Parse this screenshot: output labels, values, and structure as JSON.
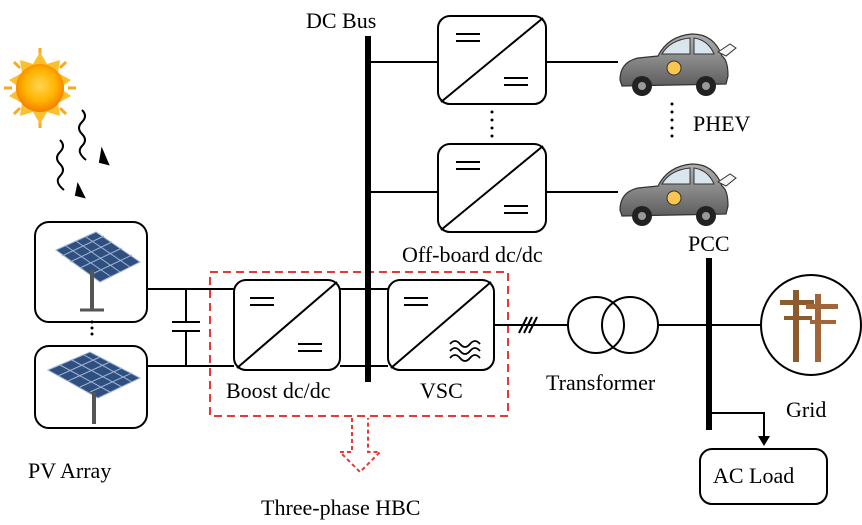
{
  "labels": {
    "dc_bus": "DC Bus",
    "phev": "PHEV",
    "pcc": "PCC",
    "off_board": "Off-board dc/dc",
    "boost": "Boost dc/dc",
    "vsc": "VSC",
    "transformer": "Transformer",
    "grid": "Grid",
    "pv_array": "PV Array",
    "ac_load": "AC Load",
    "hbc": "Three-phase HBC"
  },
  "colors": {
    "line": "#000000",
    "hbc_border": "#e53935",
    "sun_outer": "#f9a825",
    "sun_inner": "#ff8f00",
    "panel": "#2f4f7f",
    "car_body": "#8a8a8a",
    "pole": "#8d5a2b"
  }
}
